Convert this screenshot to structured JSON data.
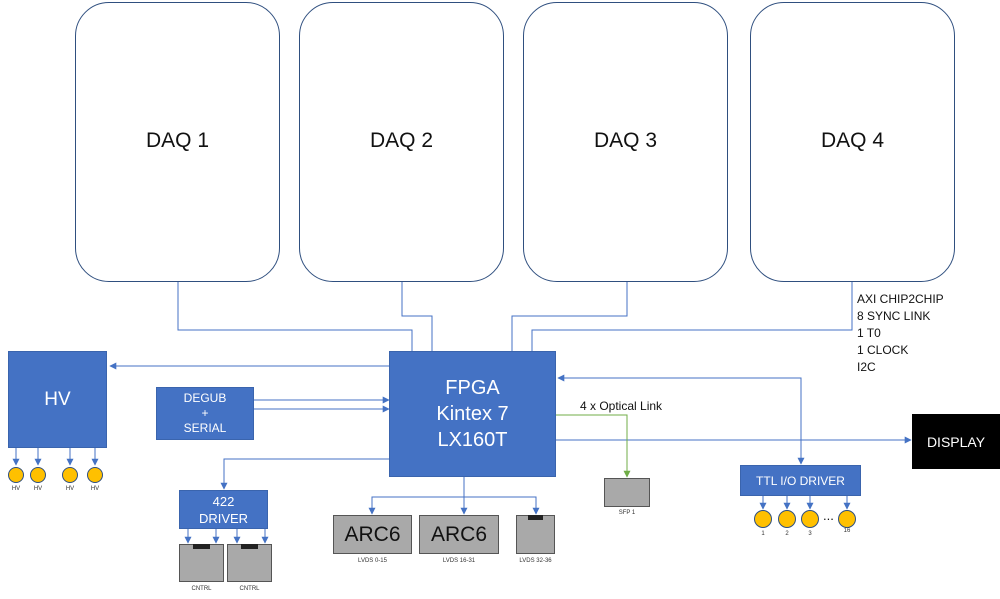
{
  "daq_boxes": [
    "DAQ 1",
    "DAQ 2",
    "DAQ 3",
    "DAQ 4"
  ],
  "link_list": [
    "AXI CHIP2CHIP",
    "8 SYNC LINK",
    "1 T0",
    "1 CLOCK",
    "I2C"
  ],
  "hv": {
    "label": "HV",
    "connector_labels": [
      "HV",
      "HV",
      "HV",
      "HV"
    ]
  },
  "debug_box": {
    "lines": [
      "DEGUB",
      "+",
      "SERIAL"
    ]
  },
  "fpga": {
    "lines": [
      "FPGA",
      "Kintex 7",
      "LX160T"
    ]
  },
  "optical_link_label": "4 x Optical Link",
  "sfp_label": "SFP 1",
  "display_label": "DISPLAY",
  "ttl": {
    "label": "TTL I/O DRIVER",
    "connector_labels": [
      "1",
      "2",
      "3",
      "16"
    ],
    "ellipsis": "..."
  },
  "driver_422": {
    "lines": [
      "422",
      "DRIVER"
    ],
    "connector_labels": [
      "CNTRL",
      "CNTRL"
    ]
  },
  "arc_boards": [
    {
      "label": "ARC6",
      "caption": "LVDS 0-15"
    },
    {
      "label": "ARC6",
      "caption": "LVDS 16-31"
    }
  ],
  "lvds_small_caption": "LVDS 32-36",
  "colors": {
    "block_blue": "#4472c4",
    "wire_blue": "#4472c4",
    "optical_green": "#70ad47",
    "connector_yellow": "#ffc000",
    "board_gray": "#a9a9a9"
  }
}
